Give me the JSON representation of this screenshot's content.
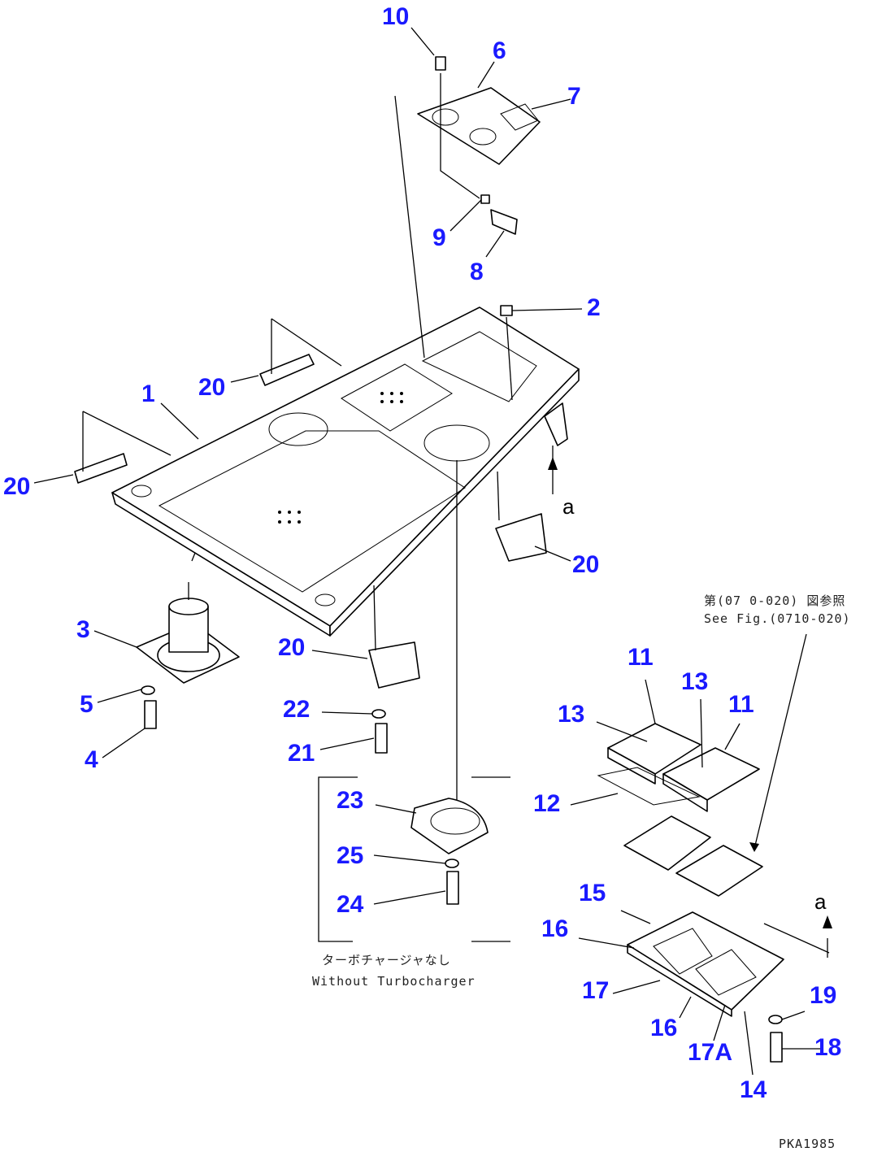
{
  "callouts": {
    "c10": "10",
    "c6": "6",
    "c7": "7",
    "c9": "9",
    "c8": "8",
    "c2": "2",
    "c1": "1",
    "c20a": "20",
    "c20b": "20",
    "c20c": "20",
    "c20d": "20",
    "c3": "3",
    "c5": "5",
    "c4": "4",
    "c22": "22",
    "c21": "21",
    "c23": "23",
    "c25": "25",
    "c24": "24",
    "c11a": "11",
    "c13a": "13",
    "c11b": "11",
    "c13b": "13",
    "c12": "12",
    "c15": "15",
    "c16a": "16",
    "c17": "17",
    "c16b": "16",
    "c17a": "17A",
    "c14": "14",
    "c19": "19",
    "c18": "18"
  },
  "labels": {
    "view_a_top": "a",
    "view_a_bottom": "a",
    "ref_jp": "第(07 0-020) 図参照",
    "ref_en": "See Fig.(0710-020)",
    "inset_jp": "ターボチャージャなし",
    "inset_en": "Without Turbocharger",
    "drawing_no": "PKA1985"
  },
  "colors": {
    "callout": "#1a1aff",
    "line": "#000000"
  }
}
